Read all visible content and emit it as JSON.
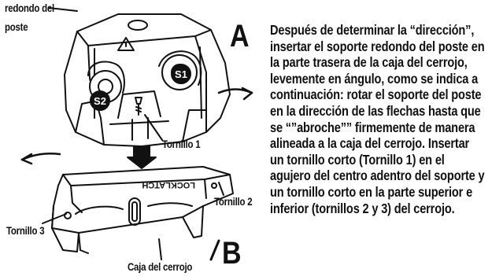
{
  "diagram": {
    "label_top_left_lines": [
      "redondo del",
      "poste"
    ],
    "letter_a": "A",
    "letter_b": "B",
    "screw_1_label": "Tornillo 1",
    "screw_2_label": "Tornillo 2",
    "screw_3_label": "Tornillo 3",
    "lock_box_label": "Caja del cerrojo",
    "mark_s1": "S1",
    "mark_s2": "S2",
    "embossed_text": "LOCKLATCH"
  },
  "instructions": {
    "lines": [
      "Después de determinar la “dirección”,",
      "insertar el soporte redondo del poste en",
      "la parte trasera de la caja del cerrojo,",
      "levemente en ángulo, como se indica a",
      "continuación: rotar el soporte del poste",
      "en la dirección de las flechas hasta que",
      "se “”abroche”” firmemente de manera",
      "alineada a la caja del cerrojo. Insertar",
      "un tornillo corto (Tornillo 1) en el",
      "agujero del centro adentro del soporte y",
      "un tornillo corto en la parte superior e",
      "inferior (tornillos 2 y 3) del cerrojo."
    ]
  }
}
